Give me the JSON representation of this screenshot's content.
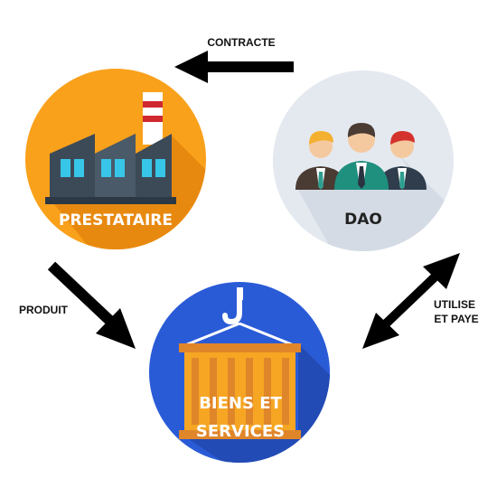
{
  "colors": {
    "prestataire_circle": "#f9a11b",
    "dao_circle": "#e4e9f0",
    "biens_circle": "#2a5bd7",
    "arrow": "#000000",
    "container": "#f6a623",
    "factory": "#3c4a57"
  },
  "nodes": {
    "prestataire": {
      "title": "PRESTATAIRE",
      "icon": "factory-icon"
    },
    "dao": {
      "title": "DAO",
      "icon": "people-icon"
    },
    "biens": {
      "title_line1": "BIENS ET",
      "title_line2": "SERVICES",
      "icon": "cargo-container-icon"
    }
  },
  "edges": {
    "contracte": {
      "label": "CONTRACTE"
    },
    "produit": {
      "label": "PRODUIT"
    },
    "utilise": {
      "label_line1": "UTILISE",
      "label_line2": "ET PAYE"
    }
  }
}
